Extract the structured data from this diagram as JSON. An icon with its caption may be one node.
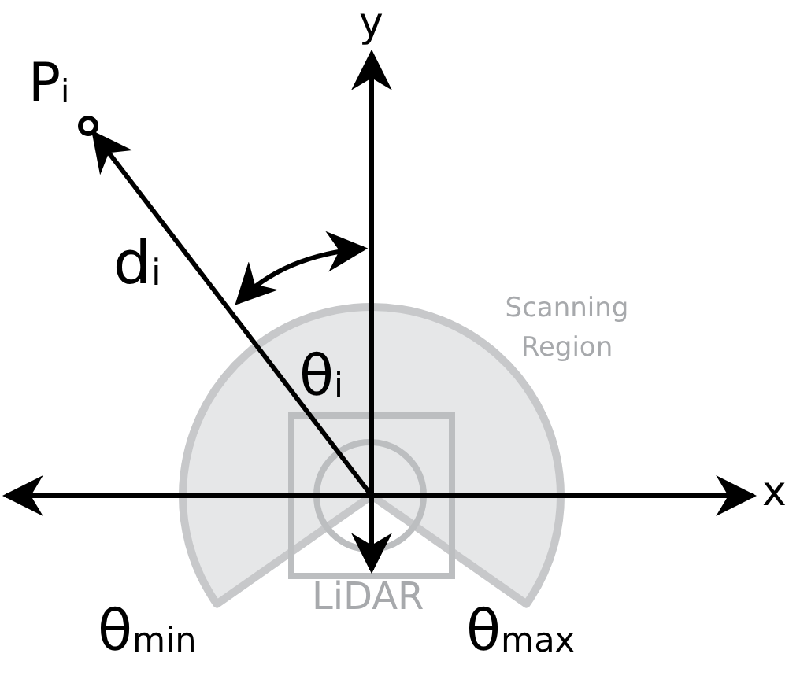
{
  "diagram": {
    "nodes": [
      {
        "text": [
          "P$_{i}$"
        ]
      },
      {
        "text": [
          "LiDAR"
        ],
        "in": 2
      },
      {
        "text": [
          "Scanning Region"
        ]
      }
    ],
    "edges": [
      {
        "from": 1,
        "to": 0,
        "arrow": "to",
        "label": "d$_{i}$"
      }
    ],
    "labels": [
      "y",
      "x",
      "θ$_{i}$",
      "θ$_{min}$",
      "θ$_{max}$"
    ]
  }
}
